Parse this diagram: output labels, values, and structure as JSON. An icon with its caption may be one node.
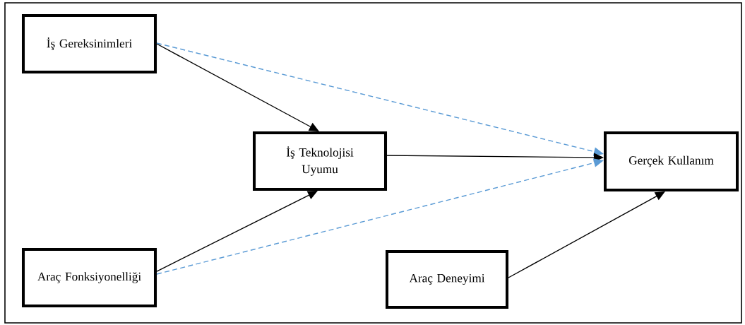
{
  "diagram": {
    "nodes": [
      {
        "text": [
          "İş Gereksinimleri"
        ]
      },
      {
        "text": [
          "İş Teknolojisi Uyumu"
        ]
      },
      {
        "text": [
          "Gerçek Kullanım"
        ]
      },
      {
        "text": [
          "Araç Fonksiyonelliği"
        ]
      },
      {
        "text": [
          "Araç Deneyimi"
        ]
      }
    ],
    "edges": [
      {
        "from": 0,
        "to": 1,
        "arrow": "to"
      },
      {
        "from": 0,
        "to": 2,
        "arrow": "to",
        "style": "dashed",
        "color": "#5b9bd5"
      },
      {
        "from": 3,
        "to": 1,
        "arrow": "to"
      },
      {
        "from": 1,
        "to": 2,
        "arrow": "to"
      },
      {
        "from": 3,
        "to": 2,
        "arrow": "to",
        "style": "dashed",
        "color": "#5b9bd5"
      },
      {
        "from": 4,
        "to": 2,
        "arrow": "to"
      }
    ]
  }
}
